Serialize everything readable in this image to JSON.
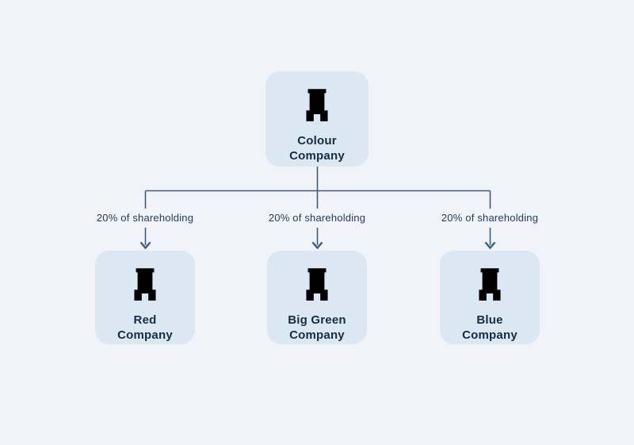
{
  "colors": {
    "background": "#f1f3f8",
    "node_fill": "#dbe7f2",
    "node_text": "#142c46",
    "icon": "#132a42",
    "connector": "#3a5c80",
    "edge_label_text": "#1d3b5e"
  },
  "diagram": {
    "type": "org-chart",
    "root": {
      "name": "Colour\nCompany",
      "icon": "building"
    },
    "edges": [
      {
        "from": "Colour Company",
        "to": "Red Company",
        "label": "20% of shareholding"
      },
      {
        "from": "Colour Company",
        "to": "Big Green Company",
        "label": "20% of shareholding"
      },
      {
        "from": "Colour Company",
        "to": "Blue Company",
        "label": "20% of shareholding"
      }
    ],
    "children": [
      {
        "name": "Red\nCompany",
        "icon": "building"
      },
      {
        "name": "Big Green\nCompany",
        "icon": "building"
      },
      {
        "name": "Blue\nCompany",
        "icon": "building"
      }
    ]
  }
}
